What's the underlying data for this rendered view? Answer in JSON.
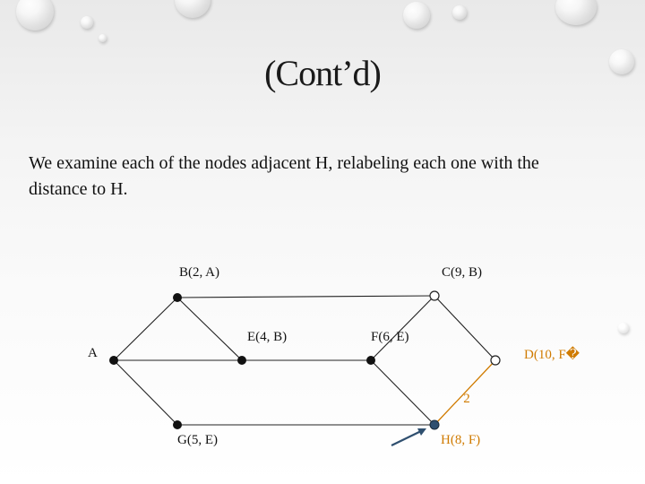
{
  "slide": {
    "title": "(Cont’d)",
    "text": "We examine each of the nodes adjacent H, relabeling each one with the distance to H."
  },
  "graph": {
    "nodes": [
      {
        "id": "A",
        "label": "A",
        "style": "black"
      },
      {
        "id": "B",
        "label": "B(2, A)",
        "style": "black"
      },
      {
        "id": "C",
        "label": "C(9, B)",
        "style": "hollow"
      },
      {
        "id": "E",
        "label": "E(4, B)",
        "style": "black"
      },
      {
        "id": "F",
        "label": "F(6, E)",
        "style": "black"
      },
      {
        "id": "D",
        "label": "D(10, F�",
        "style": "hollow",
        "color": "#d07b00"
      },
      {
        "id": "G",
        "label": "G(5, E)",
        "style": "black"
      },
      {
        "id": "H",
        "label": "H(8, F)",
        "style": "blue",
        "color": "#d07b00"
      }
    ],
    "edges": [
      {
        "from": "A",
        "to": "B"
      },
      {
        "from": "A",
        "to": "E"
      },
      {
        "from": "A",
        "to": "G"
      },
      {
        "from": "B",
        "to": "C"
      },
      {
        "from": "B",
        "to": "E"
      },
      {
        "from": "E",
        "to": "F"
      },
      {
        "from": "F",
        "to": "C"
      },
      {
        "from": "F",
        "to": "H"
      },
      {
        "from": "C",
        "to": "D"
      },
      {
        "from": "G",
        "to": "H"
      },
      {
        "from": "H",
        "to": "D",
        "weight": "2",
        "highlight": true
      }
    ],
    "highlight_color": "#d07b00",
    "node_blue": "#2f4f6f"
  }
}
